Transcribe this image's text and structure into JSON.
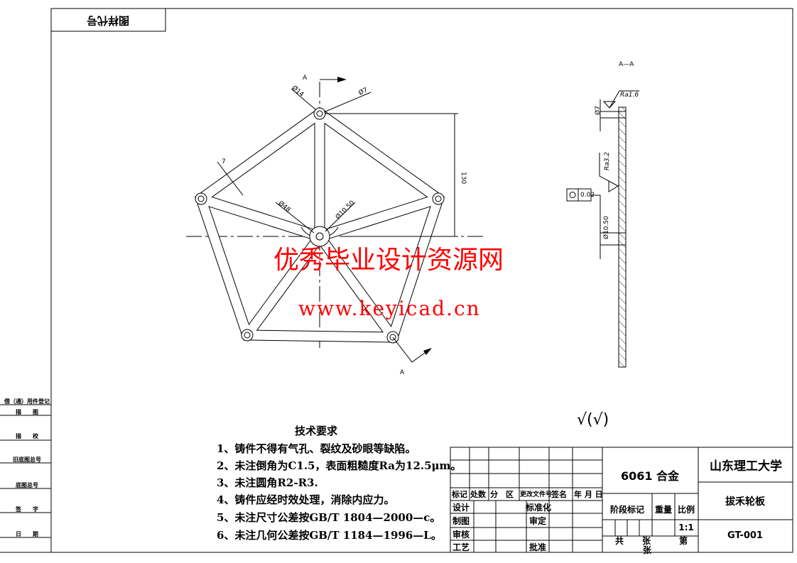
{
  "drawing": {
    "top_left_box_text": "图样代号",
    "section_label": "A—A",
    "section_mark": "A",
    "dimensions": {
      "d14": "Ø14",
      "d7": "Ø7",
      "d48": "Ø48",
      "d10_5": "Ø10.50",
      "width7": "7",
      "height130": "130",
      "side_d7": "Ø7",
      "side_d10_5": "Ø10.50",
      "ra16": "Ra1.6",
      "ra32": "Ra3.2",
      "tolerance_value": "0.02"
    },
    "roughness_symbol": "√(√)"
  },
  "left_column": [
    "借（通）用件登记",
    "描　　图",
    "描　　校",
    "旧底图总号",
    "底图总号",
    "签　　字",
    "日　　期"
  ],
  "requirements": {
    "title": "技术要求",
    "items": [
      "1、铸件不得有气孔、裂纹及砂眼等缺陷。",
      "2、未注倒角为C1.5，表面粗糙度Ra为12.5μm。",
      "3、未注圆角R2-R3.",
      "4、铸件应经时效处理，消除内应力。",
      "5、未注尺寸公差按GB/T 1804—2000—c。",
      "6、未注几何公差按GB/T 1184—1996—L。"
    ]
  },
  "title_block": {
    "header_row": [
      "标记",
      "处数",
      "分　区",
      "更改文件号",
      "签名",
      "年 月 日"
    ],
    "design": "设计",
    "draw": "制图",
    "review": "审核",
    "process": "工艺",
    "standardize": "标准化",
    "approve_check": "审定",
    "approve": "批准",
    "material": "6061 合金",
    "stage": "阶段标记",
    "weight": "重量",
    "scale": "比例",
    "scale_value": "1:1",
    "total": "共",
    "sheets": "张",
    "sheet_no": "第",
    "sheets2": "张",
    "university": "山东理工大学",
    "part_name": "拔禾轮板",
    "drawing_no": "GT-001"
  },
  "watermark": {
    "line1": "优秀毕业设计资源网",
    "line2": "www.keyicad.cn",
    "color": "#ff0000"
  }
}
